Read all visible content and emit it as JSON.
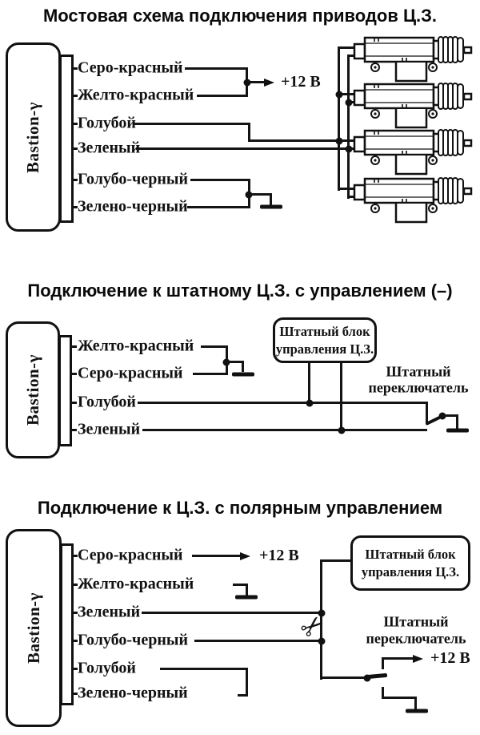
{
  "icons": {
    "scissors": "✂"
  },
  "sections": [
    {
      "title": "Мостовая схема подключения приводов Ц.З.",
      "device": "Bastion-γ",
      "wires": [
        "Серо-красный",
        "Желто-красный",
        "Голубой",
        "Зеленый",
        "Голубо-черный",
        "Зелено-черный"
      ],
      "power": "+12 В",
      "actuators": 4
    },
    {
      "title": "Подключение к штатному Ц.З. с управлением (–)",
      "device": "Bastion-γ",
      "wires": [
        "Желто-красный",
        "Серо-красный",
        "Голубой",
        "Зеленый"
      ],
      "unit_line1": "Штатный блок",
      "unit_line2": "управления Ц.З.",
      "switch_line1": "Штатный",
      "switch_line2": "переключатель"
    },
    {
      "title": "Подключение к Ц.З. с полярным управлением",
      "device": "Bastion-γ",
      "wires": [
        "Серо-красный",
        "Желто-красный",
        "Зеленый",
        "Голубо-черный",
        "Голубой",
        "Зелено-черный"
      ],
      "power": "+12 В",
      "power2": "+12 В",
      "unit_line1": "Штатный блок",
      "unit_line2": "управления Ц.З.",
      "switch_line1": "Штатный",
      "switch_line2": "переключатель"
    }
  ]
}
